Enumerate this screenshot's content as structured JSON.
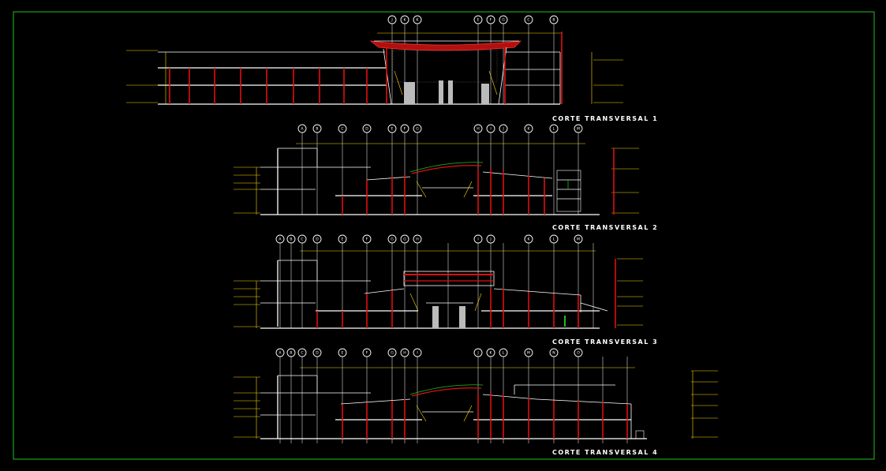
{
  "sections": [
    {
      "title": "CORTE TRANSVERSAL 1",
      "grid": [
        "J",
        "K",
        "K",
        "E",
        "F",
        "G",
        "C",
        "B"
      ]
    },
    {
      "title": "CORTE TRANSVERSAL 2",
      "grid": [
        "A",
        "B",
        "C",
        "D",
        "E",
        "F",
        "G",
        "H",
        "I",
        "J",
        "K",
        "L",
        "M"
      ]
    },
    {
      "title": "CORTE TRANSVERSAL 3",
      "grid": [
        "A",
        "B",
        "C",
        "D",
        "E",
        "F",
        "G",
        "G",
        "H",
        "I",
        "J",
        "K",
        "L",
        "M"
      ]
    },
    {
      "title": "CORTE TRANSVERSAL 4",
      "grid": [
        "A",
        "B",
        "C",
        "D",
        "E",
        "F",
        "G",
        "H",
        "I",
        "J",
        "K",
        "L",
        "M",
        "N",
        "O"
      ]
    }
  ],
  "colors": {
    "frame": "#1fbf1f",
    "line": "#ffffff",
    "column": "#e01010",
    "dimension": "#ffd800",
    "roof": "#e01010"
  }
}
